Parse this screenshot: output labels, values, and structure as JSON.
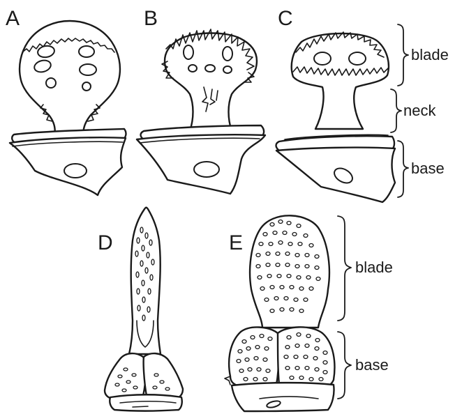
{
  "panels": {
    "a": "A",
    "b": "B",
    "c": "C",
    "d": "D",
    "e": "E"
  },
  "labels": {
    "top_blade": "blade",
    "top_neck": "neck",
    "top_base": "base",
    "bottom_blade": "blade",
    "bottom_base": "base"
  }
}
